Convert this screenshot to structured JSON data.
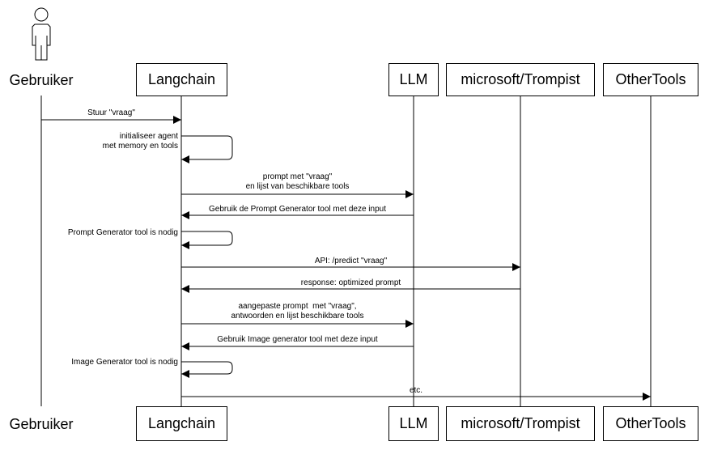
{
  "participants": {
    "gebruiker": "Gebruiker",
    "langchain": "Langchain",
    "llm": "LLM",
    "trompist": "microsoft/Trompist",
    "othertools": "OtherTools"
  },
  "messages": {
    "m1": "Stuur \"vraag\"",
    "m2": "initialiseer agent\nmet memory en tools",
    "m3": "prompt met \"vraag\"\nen lijst van beschikbare tools",
    "m4": "Gebruik de Prompt Generator tool met deze input",
    "m5": "Prompt Generator tool is nodig",
    "m6": "API: /predict \"vraag\"",
    "m7": "response: optimized prompt",
    "m8": "aangepaste prompt  met \"vraag\",\nantwoorden en lijst beschikbare tools",
    "m9": "Gebruik Image generator tool met deze input",
    "m10": "Image Generator tool is nodig",
    "m11": "etc."
  },
  "icons": {
    "actor": "person-icon"
  }
}
